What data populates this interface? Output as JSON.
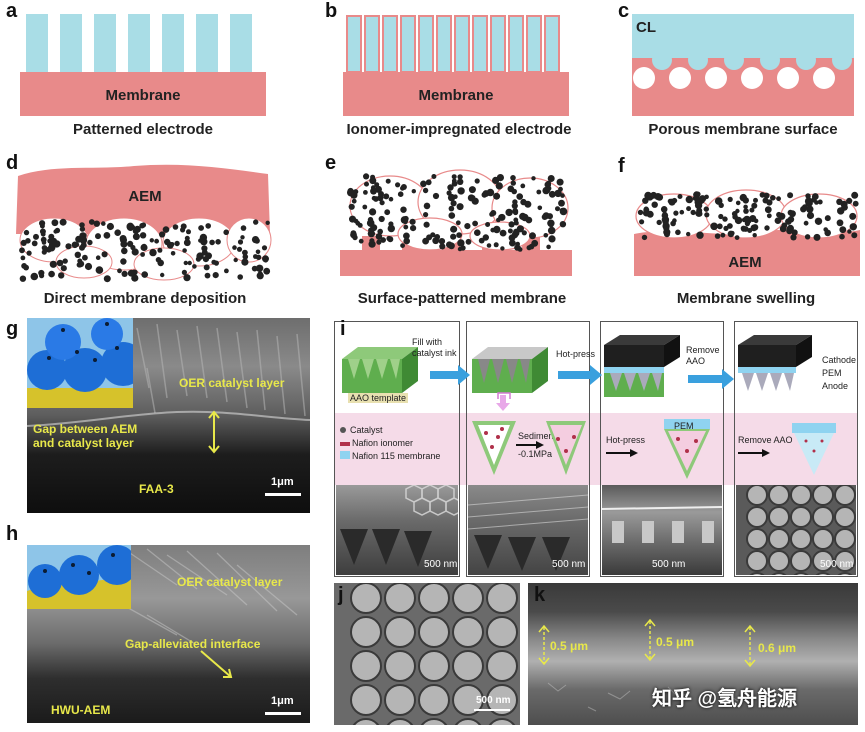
{
  "panels": {
    "a": {
      "label": "a",
      "caption": "Patterned electrode",
      "membrane": "Membrane"
    },
    "b": {
      "label": "b",
      "caption": "Ionomer-impregnated electrode",
      "membrane": "Membrane"
    },
    "c": {
      "label": "c",
      "caption": "Porous membrane surface",
      "cl": "CL"
    },
    "d": {
      "label": "d",
      "caption": "Direct membrane deposition",
      "aem": "AEM"
    },
    "e": {
      "label": "e",
      "caption": "Surface-patterned membrane"
    },
    "f": {
      "label": "f",
      "caption": "Membrane swelling",
      "aem": "AEM"
    },
    "g": {
      "label": "g",
      "oer": "OER catalyst layer",
      "gap": "Gap between AEM and catalyst layer",
      "sample": "FAA-3",
      "scale": "1μm"
    },
    "h": {
      "label": "h",
      "oer": "OER catalyst layer",
      "gap": "Gap-alleviated interface",
      "sample": "HWU-AEM",
      "scale": "1μm"
    },
    "i": {
      "label": "i",
      "fill": "Fill with catalyst ink",
      "template": "AAO template",
      "hotpress1": "Hot-press",
      "remove1": "Remove AAO",
      "cathode": "Cathode",
      "pem1": "PEM",
      "anode": "Anode",
      "legend_catalyst": "Catalyst",
      "legend_nafion": "Nafion ionomer",
      "legend_115": "Nafion 115 membrane",
      "sediment": "Sediment",
      "pressure": "-0.1MPa",
      "hotpress2": "Hot-press",
      "pem2": "PEM",
      "remove2": "Remove AAO",
      "scale1": "500 nm",
      "scale2": "500 nm",
      "scale3": "500 nm",
      "scale4": "500 nm"
    },
    "j": {
      "label": "j",
      "scale": "500 nm"
    },
    "k": {
      "label": "k",
      "m1": "0.5 μm",
      "m2": "0.5 μm",
      "m3": "0.6 μm"
    }
  },
  "watermark": "知乎 @氢舟能源",
  "colors": {
    "membrane": "#e88a8a",
    "catalyst_layer": "#a9dde6",
    "porous_border": "#d96e6e"
  }
}
